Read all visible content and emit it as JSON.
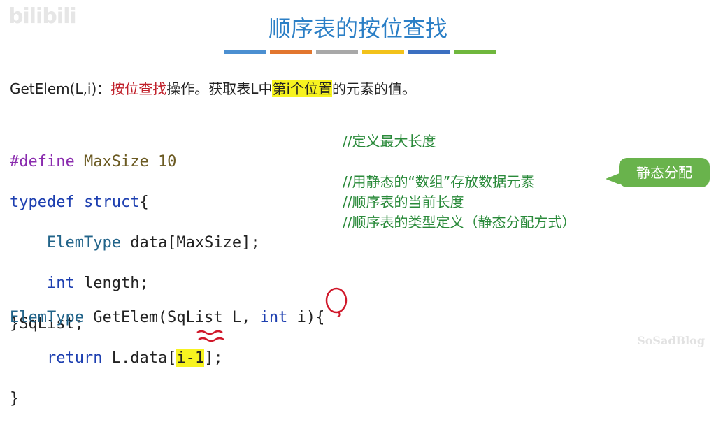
{
  "logo": "bilibili",
  "title": "顺序表的按位查找",
  "color_bars": [
    "#4b8fd1",
    "#e2762e",
    "#a8a8a8",
    "#f2c21a",
    "#3b6fc1",
    "#6fb73d"
  ],
  "intro": {
    "prefix": "GetElem(L,i)：",
    "red": "按位查找",
    "mid": "操作。获取表L中",
    "highlight": "第i个位置",
    "suffix": "的元素的值。"
  },
  "code1": {
    "line1": {
      "directive": "#define",
      "name": "MaxSize",
      "value": "10"
    },
    "line2": {
      "kw1": "typedef",
      "kw2": "struct",
      "rest": "{"
    },
    "line3": {
      "type": "ElemType",
      "rest": "data[MaxSize];"
    },
    "line4": {
      "type": "int",
      "rest": "length;"
    },
    "line5": {
      "text": "}SqList;"
    }
  },
  "comments": [
    "//定义最大长度",
    "//用静态的“数组”存放数据元素",
    "//顺序表的当前长度",
    "//顺序表的类型定义（静态分配方式）"
  ],
  "callout": {
    "label": "静态分配",
    "color": "#69b34c"
  },
  "code2": {
    "line1": {
      "ret_type": "ElemType",
      "fn": "GetElem(SqList L,",
      "int_kw": "int",
      "param": "i",
      "brace": "){"
    },
    "line2": {
      "kw": "return",
      "expr": "L.data[",
      "highlight": "i-1",
      "end": "];"
    },
    "line3": {
      "text": "}"
    }
  },
  "watermark": "SoSadBlog",
  "colors": {
    "title": "#2b7fc6",
    "red_text": "#c0202a",
    "highlight": "#f7f320",
    "comment": "#2a8a3a",
    "annotation": "#d0182a"
  }
}
